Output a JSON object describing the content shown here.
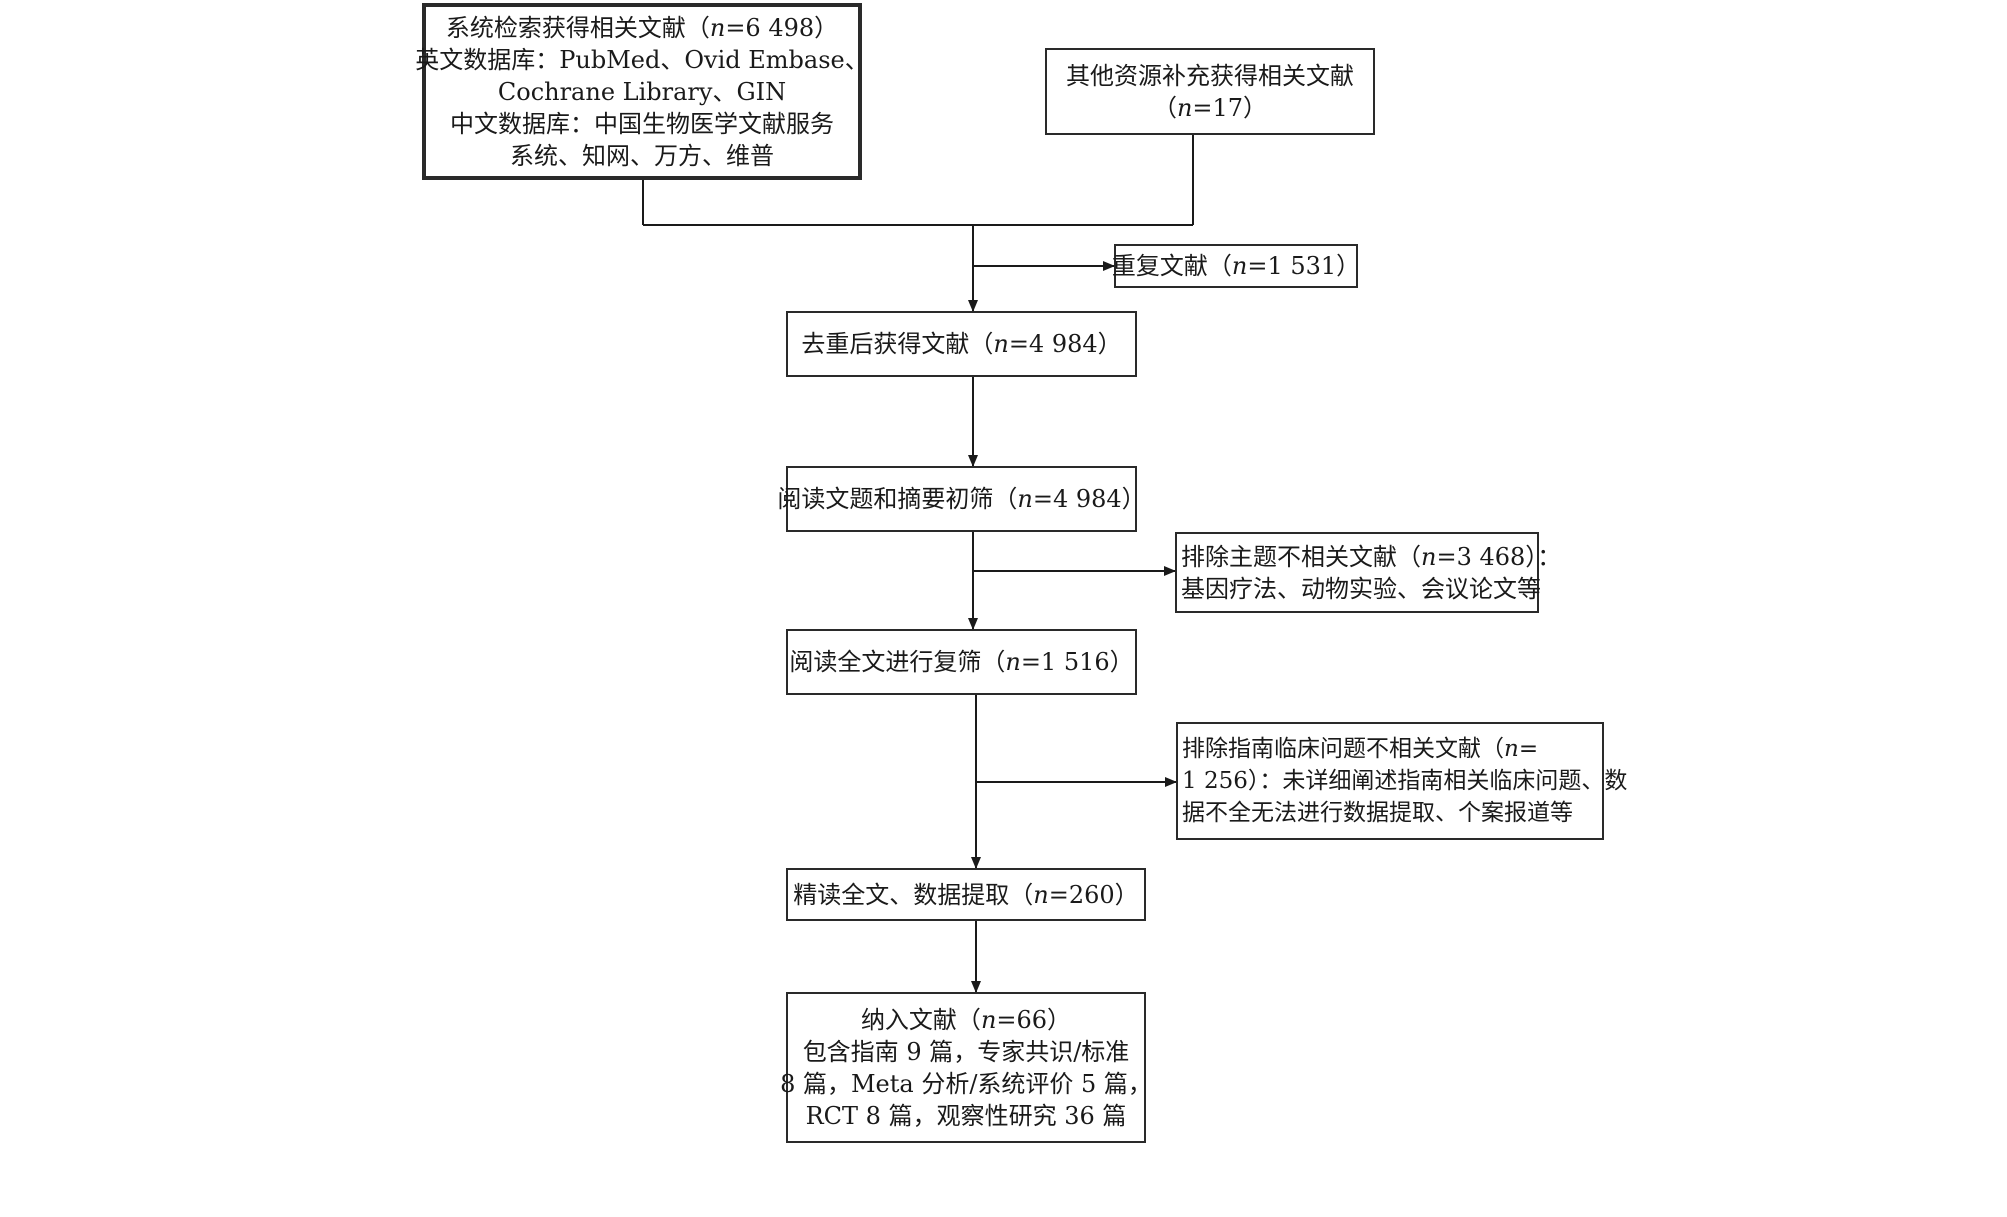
{
  "flow": {
    "search": {
      "title_pre": "系统检索获得相关文献（",
      "n_label": "n",
      "title_post": "=6 498）",
      "line2": "英文数据库：PubMed、Ovid Embase、",
      "line3": "Cochrane Library、GIN",
      "line4": "中文数据库：中国生物医学文献服务",
      "line5": "系统、知网、万方、维普"
    },
    "other": {
      "line1": "其他资源补充获得相关文献",
      "n_pre": "（",
      "n_label": "n",
      "n_post": "=17）"
    },
    "duplicate": {
      "pre": "重复文献（",
      "n_label": "n",
      "post": "=1 531）"
    },
    "dedup": {
      "pre": "去重后获得文献（",
      "n_label": "n",
      "post": "=4 984）"
    },
    "screen1": {
      "pre": "阅读文题和摘要初筛（",
      "n_label": "n",
      "post": "=4 984）"
    },
    "exclude1": {
      "pre": "排除主题不相关文献（",
      "n_label": "n",
      "post": "=3 468）：",
      "line2": "基因疗法、动物实验、会议论文等"
    },
    "screen2": {
      "pre": "阅读全文进行复筛（",
      "n_label": "n",
      "post": "=1 516）"
    },
    "exclude2": {
      "pre": "排除指南临床问题不相关文献（",
      "n_label": "n",
      "post": "=",
      "line2": "1 256）：未详细阐述指南相关临床问题、数",
      "line3": "据不全无法进行数据提取、个案报道等"
    },
    "extract": {
      "pre": "精读全文、数据提取（",
      "n_label": "n",
      "post": "=260）"
    },
    "included": {
      "pre": "纳入文献（",
      "n_label": "n",
      "post": "=66）",
      "line2": "包含指南 9 篇，专家共识/标准",
      "line3": "8 篇，Meta 分析/系统评价 5 篇，",
      "line4": "RCT 8 篇，观察性研究 36 篇"
    }
  }
}
